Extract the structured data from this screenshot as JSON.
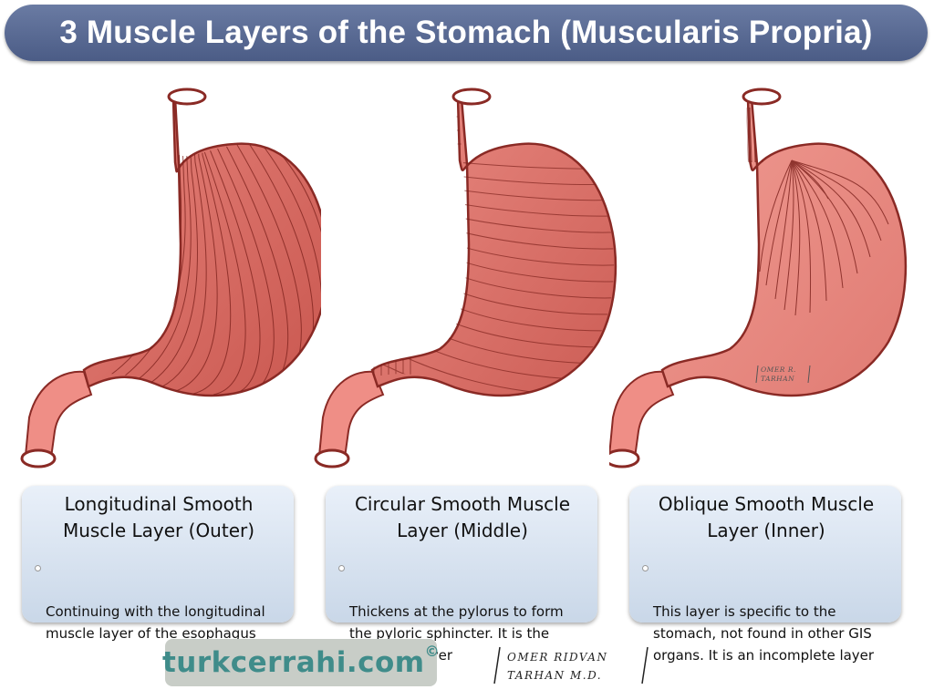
{
  "title": "3 Muscle Layers of the Stomach (Muscularis Propria)",
  "panels": [
    {
      "heading": "Longitudinal Smooth\nMuscle Layer (Outer)",
      "bullet": "Continuing with the longitudinal\nmuscle layer of the esophagus"
    },
    {
      "heading": "Circular Smooth Muscle\nLayer (Middle)",
      "bullet": "Thickens at the pylorus to form\nthe pyloric sphincter. It is the\nstrongest layer"
    },
    {
      "heading": "Oblique Smooth Muscle\nLayer (Inner)",
      "bullet": "This layer is specific to the\nstomach, not found in other GIS\norgans. It is an incomplete layer"
    }
  ],
  "brand": {
    "text": "turkcerrahi.com",
    "mark": "©"
  },
  "signature": {
    "line1": "OMER RIDVAN",
    "line2": "TARHAN M.D."
  },
  "watermark": {
    "line1": "OMER R.",
    "line2": "TARHAN"
  },
  "colors": {
    "title_bar": "#4f6089",
    "muscle": "#d9716a",
    "muscle_dark": "#8a2a25",
    "duodenum": "#ef8e86",
    "card": "#d6e2f0",
    "brand_text": "#3f8c8a"
  }
}
